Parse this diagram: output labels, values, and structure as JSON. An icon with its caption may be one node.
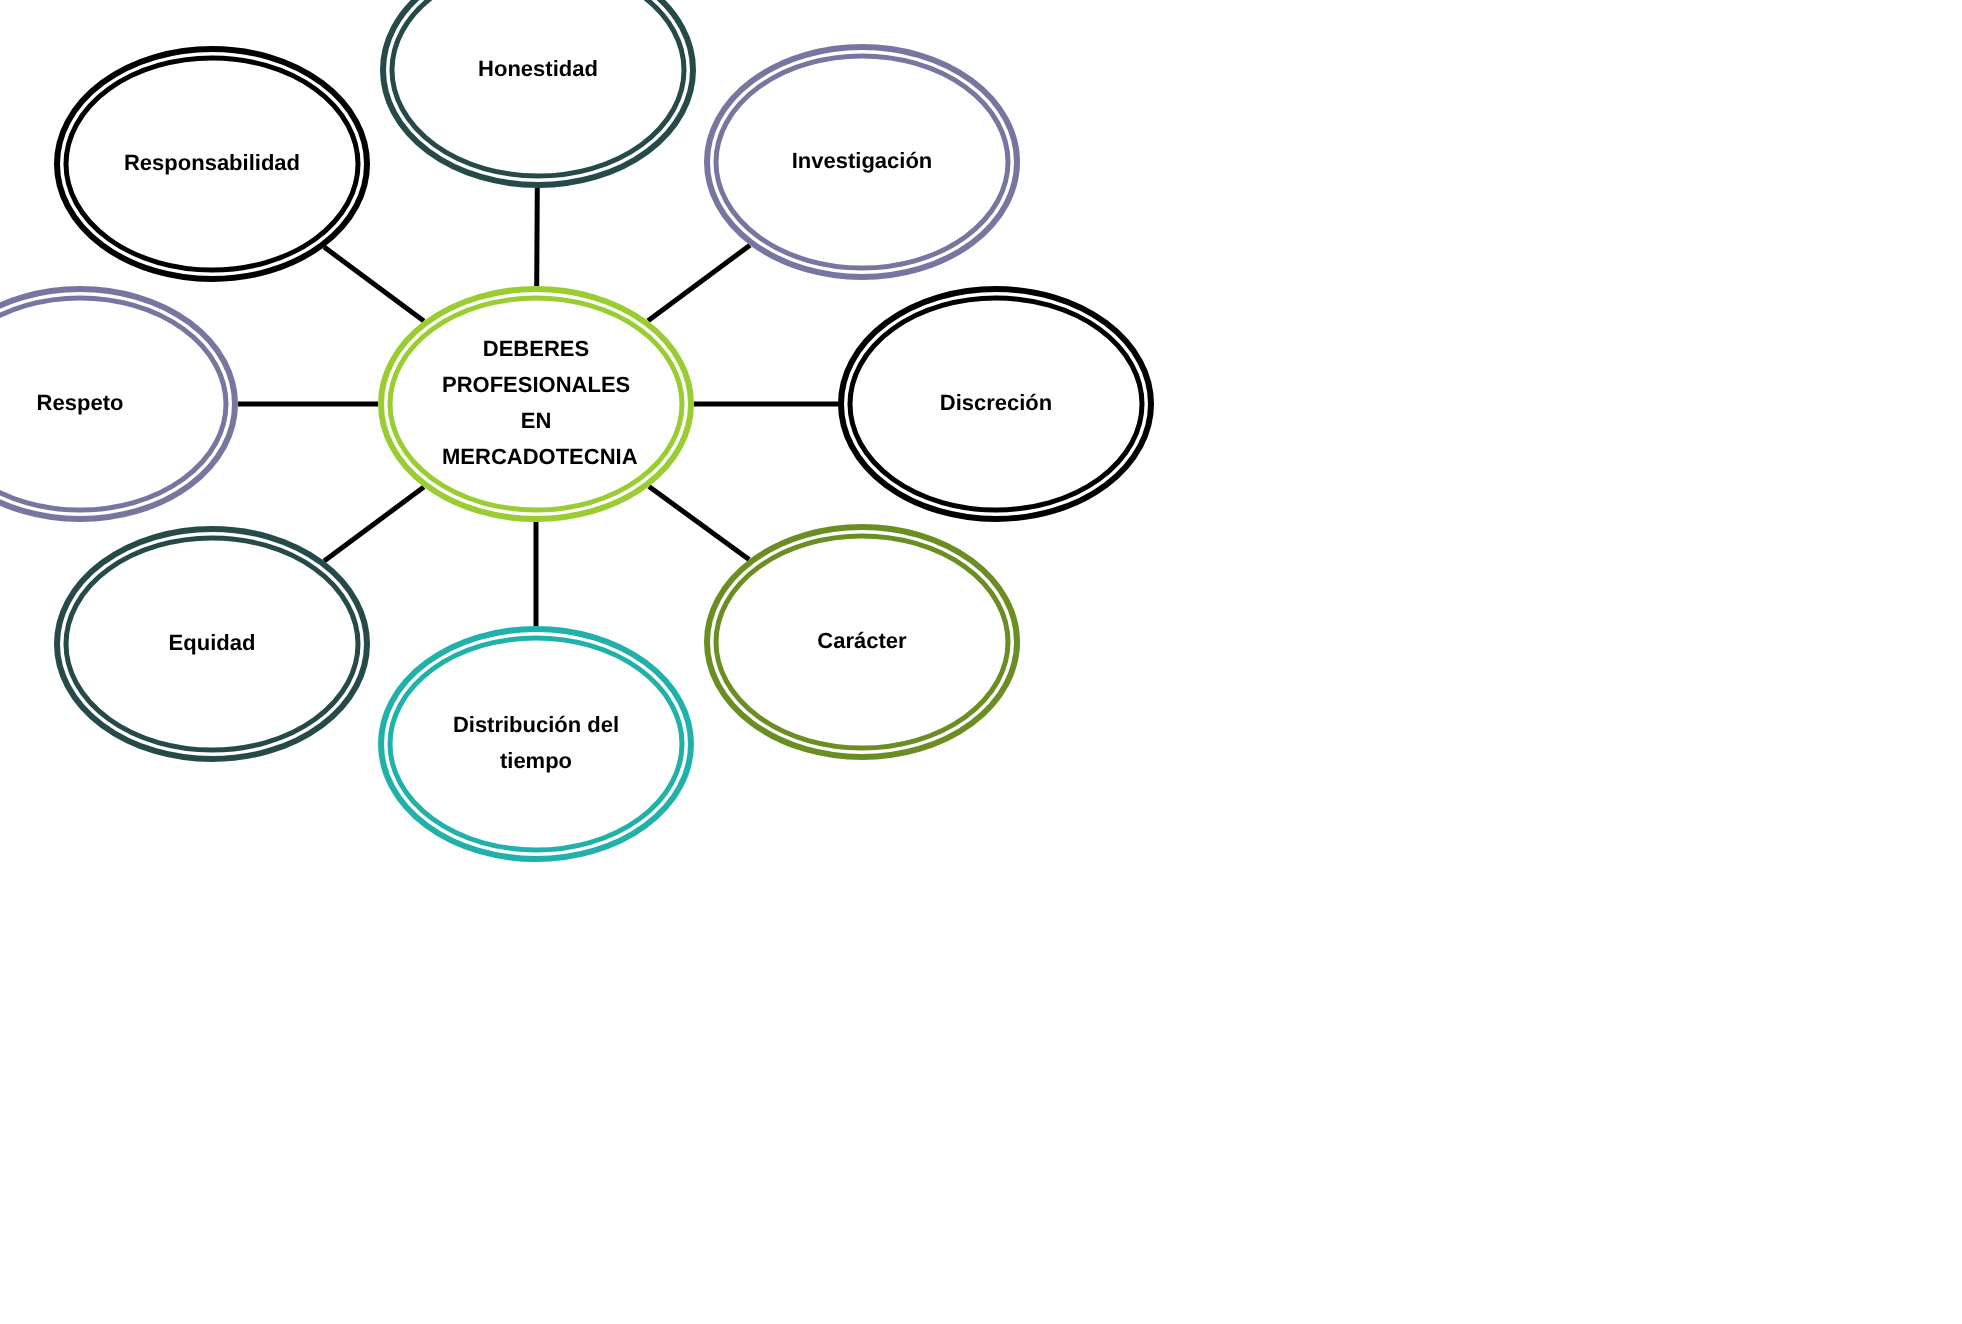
{
  "diagram": {
    "nodes": [
      {
        "text": [
          "DEBERES PROFESIONALES EN MERCADOTECNIA"
        ]
      },
      {
        "text": [
          "Honestidad"
        ]
      },
      {
        "text": [
          "Responsabilidad"
        ]
      },
      {
        "text": [
          "Investigación"
        ]
      },
      {
        "text": [
          "Respeto"
        ]
      },
      {
        "text": [
          "Discreción"
        ]
      },
      {
        "text": [
          "Equidad"
        ]
      },
      {
        "text": [
          "Carácter"
        ]
      },
      {
        "text": [
          "Distribución del tiempo"
        ]
      }
    ],
    "edges": [
      {
        "from": 0,
        "to": 1,
        "arrow": "none"
      },
      {
        "from": 0,
        "to": 2,
        "arrow": "none"
      },
      {
        "from": 0,
        "to": 3,
        "arrow": "none"
      },
      {
        "from": 0,
        "to": 4,
        "arrow": "none"
      },
      {
        "from": 0,
        "to": 5,
        "arrow": "none"
      },
      {
        "from": 0,
        "to": 6,
        "arrow": "none"
      },
      {
        "from": 0,
        "to": 7,
        "arrow": "none"
      },
      {
        "from": 0,
        "to": 8,
        "arrow": "none"
      }
    ]
  }
}
